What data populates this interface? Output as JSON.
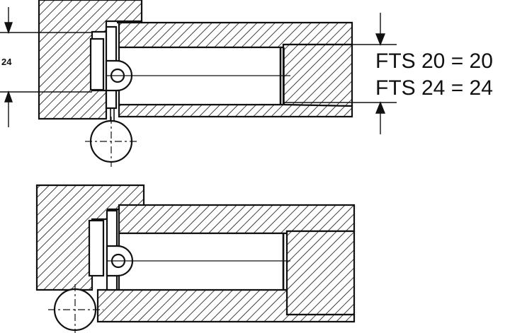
{
  "labels": {
    "dimension": "24",
    "fts20": "FTS 20 = 20",
    "fts24": "FTS 24 = 24"
  },
  "colors": {
    "ink": "#111111",
    "paper": "#ffffff"
  }
}
